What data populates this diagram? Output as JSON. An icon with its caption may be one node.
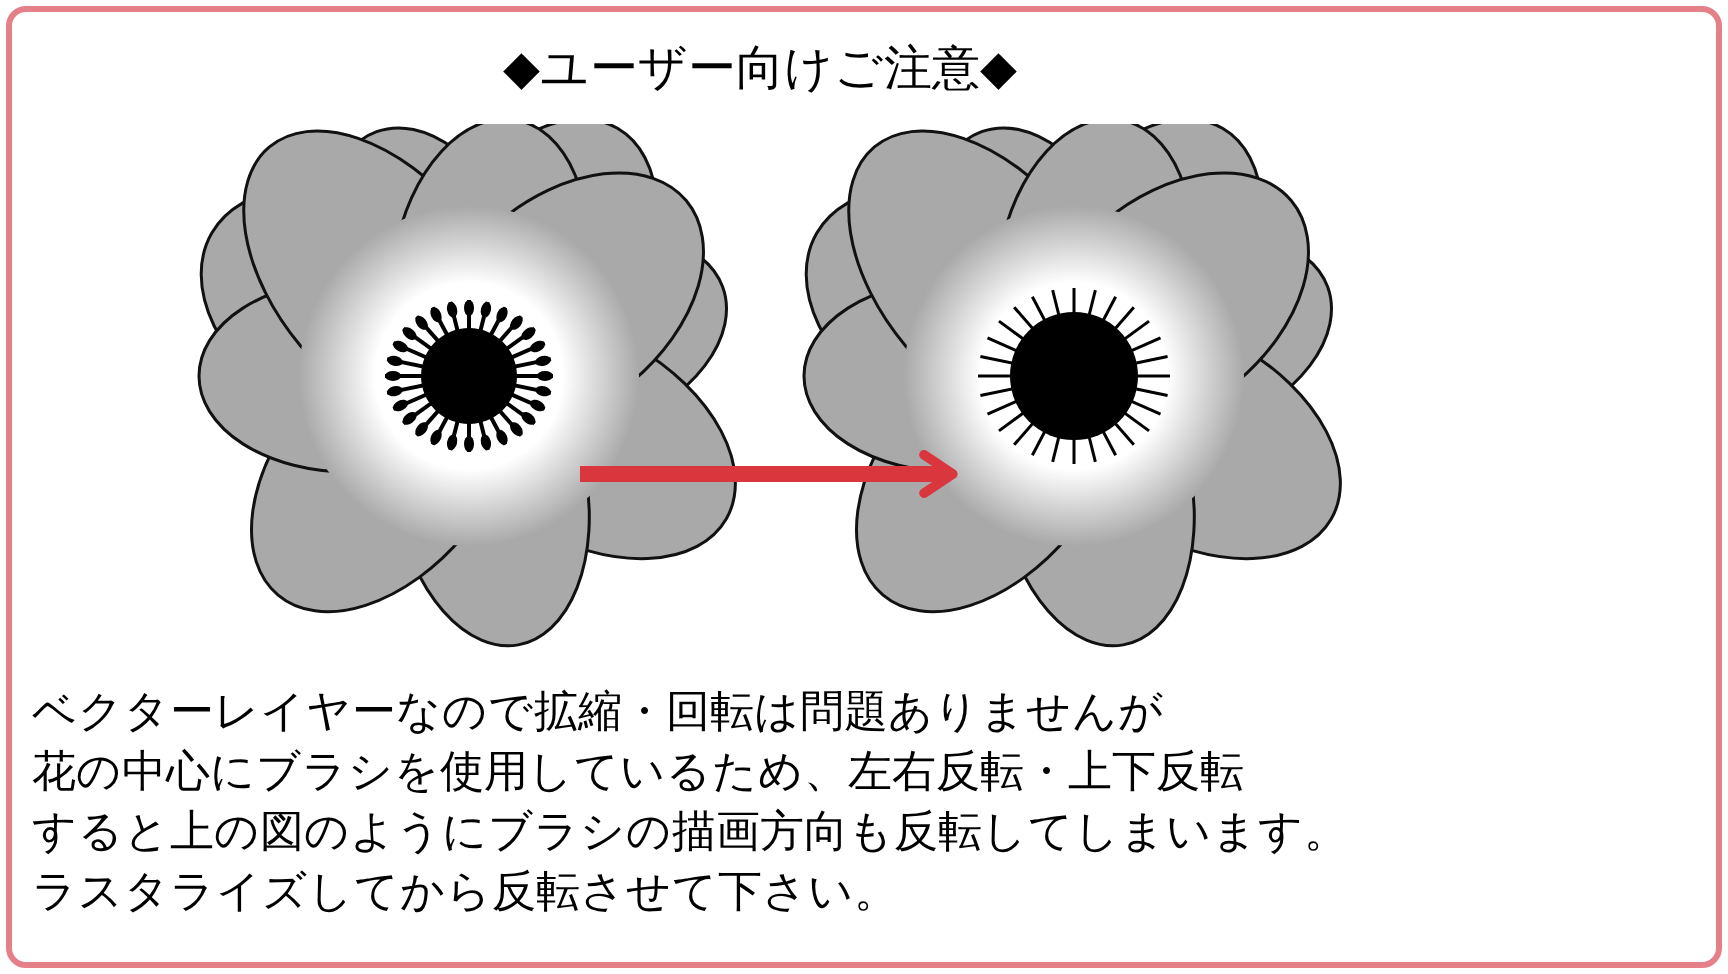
{
  "diagram": {
    "title": "◆ユーザー向けご注意◆",
    "nodes": [
      {
        "text": [],
        "shape": "picture"
      },
      {
        "text": [],
        "shape": "picture"
      }
    ],
    "edges": [
      {
        "from": 0,
        "to": 1,
        "arrow": "to",
        "color": "#d9363e"
      }
    ],
    "labels": [
      "ベクターレイヤーなので拡縮・回転は問題ありませんが",
      "花の中心にブラシを使用しているため、左右反転・上下反転",
      "すると上の図のようにブラシの描画方向も反転してしまいます。",
      "ラスタライズしてから反転させて下さい。"
    ]
  }
}
